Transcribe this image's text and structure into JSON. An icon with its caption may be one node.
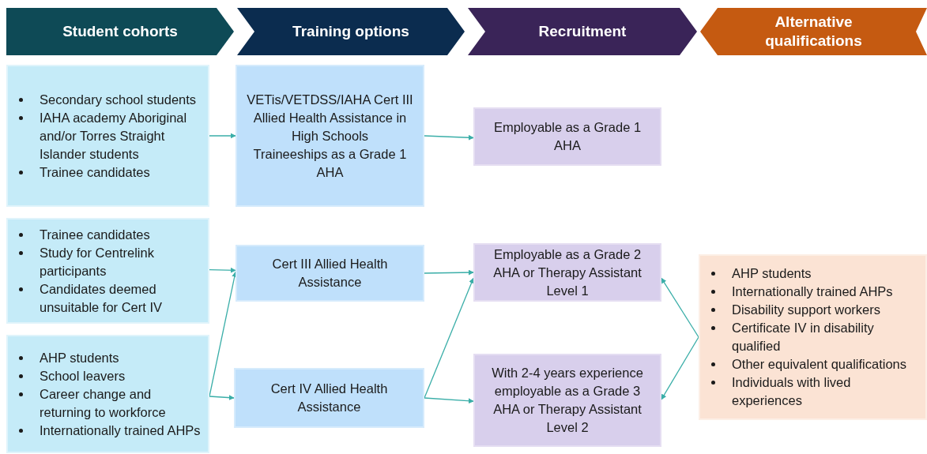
{
  "diagram": {
    "nodes": [
      {
        "text": [
          "Student cohorts"
        ]
      },
      {
        "text": [
          "Training options"
        ]
      },
      {
        "text": [
          "Recruitment"
        ]
      },
      {
        "text": [
          "Alternative qualifications"
        ]
      },
      {
        "text": [
          "Secondary school students",
          "IAHA academy Aboriginal and/or Torres Straight Islander students",
          "Trainee candidates"
        ]
      },
      {
        "text": [
          "Trainee candidates",
          "Study for Centrelink participants",
          "Candidates deemed unsuitable for Cert IV"
        ]
      },
      {
        "text": [
          "AHP students",
          "School leavers",
          "Career change and returning to workforce",
          "Internationally trained AHPs"
        ]
      },
      {
        "text": [
          "VETis/VETDSS/IAHA Cert III Allied Health Assistance in High Schools",
          "Traineeships as a Grade 1 AHA"
        ]
      },
      {
        "text": [
          "Cert III Allied Health Assistance"
        ]
      },
      {
        "text": [
          "Cert IV Allied Health Assistance"
        ]
      },
      {
        "text": [
          "Employable as a Grade 1 AHA"
        ]
      },
      {
        "text": [
          "Employable as a Grade 2 AHA or Therapy Assistant Level 1"
        ]
      },
      {
        "text": [
          "With 2-4 years experience employable as a Grade 3 AHA or Therapy Assistant Level 2"
        ]
      },
      {
        "text": [
          "AHP students",
          "Internationally trained AHPs",
          "Disability support workers",
          "Certificate IV in disability qualified",
          "Other equivalent qualifications",
          "Individuals with lived experiences"
        ]
      }
    ],
    "edges": [
      {
        "from": 4,
        "to": 7,
        "arrow": "to"
      },
      {
        "from": 7,
        "to": 10,
        "arrow": "to"
      },
      {
        "from": 5,
        "to": 8,
        "arrow": "to"
      },
      {
        "from": 6,
        "to": 8,
        "arrow": "to"
      },
      {
        "from": 6,
        "to": 9,
        "arrow": "to"
      },
      {
        "from": 8,
        "to": 11,
        "arrow": "to"
      },
      {
        "from": 9,
        "to": 11,
        "arrow": "to"
      },
      {
        "from": 9,
        "to": 12,
        "arrow": "to"
      },
      {
        "from": 13,
        "to": 11,
        "arrow": "to"
      },
      {
        "from": 13,
        "to": 12,
        "arrow": "to"
      }
    ]
  }
}
